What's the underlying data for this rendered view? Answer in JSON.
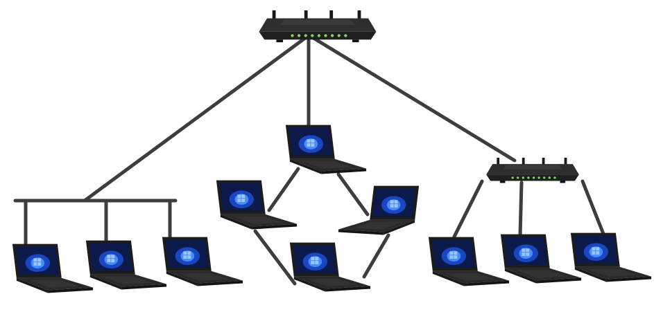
{
  "diagram": {
    "kind": "network topologies",
    "background": "#ffffff",
    "colors": {
      "link": "#3d3d3d",
      "device_body": "#222222",
      "device_top": "#2e2e2e",
      "led": "#7ed957",
      "screen_dark": "#0b1a4a",
      "screen_glow": "#2f7bff"
    },
    "routers": [
      {
        "id": "main-router",
        "role": "core router"
      },
      {
        "id": "star-router",
        "role": "switch / router"
      }
    ],
    "groups": [
      {
        "id": "bus",
        "topology": "bus",
        "laptops": 3
      },
      {
        "id": "ring",
        "topology": "ring",
        "laptops": 4
      },
      {
        "id": "star",
        "topology": "star",
        "laptops": 3
      }
    ],
    "icons": [
      "router-icon",
      "laptop-icon"
    ]
  }
}
